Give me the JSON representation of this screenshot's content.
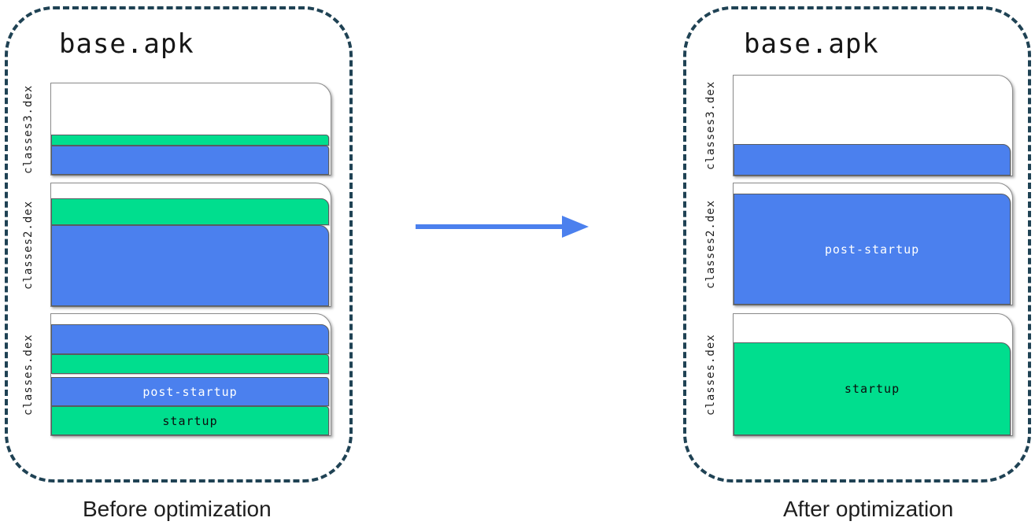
{
  "before": {
    "caption": "Before optimization",
    "apk_title": "base.apk",
    "files": [
      {
        "label": "classes3.dex",
        "segments": [
          {
            "kind": "unused",
            "color": "#FFFFFF"
          },
          {
            "kind": "startup",
            "color": "#00DE8E"
          },
          {
            "kind": "post-startup",
            "color": "#4B80EE"
          }
        ]
      },
      {
        "label": "classes2.dex",
        "segments": [
          {
            "kind": "unused",
            "color": "#FFFFFF"
          },
          {
            "kind": "startup",
            "color": "#00DE8E"
          },
          {
            "kind": "post-startup",
            "color": "#4B80EE"
          }
        ]
      },
      {
        "label": "classes.dex",
        "segments": [
          {
            "kind": "unused",
            "color": "#FFFFFF"
          },
          {
            "kind": "post-startup",
            "color": "#4B80EE"
          },
          {
            "kind": "startup",
            "color": "#00DE8E"
          },
          {
            "kind": "post-startup",
            "color": "#4B80EE",
            "text": "post-startup"
          },
          {
            "kind": "startup",
            "color": "#00DE8E",
            "text": "startup"
          }
        ]
      }
    ]
  },
  "after": {
    "caption": "After optimization",
    "apk_title": "base.apk",
    "files": [
      {
        "label": "classes3.dex",
        "segments": [
          {
            "kind": "unused",
            "color": "#FFFFFF"
          },
          {
            "kind": "post-startup",
            "color": "#4B80EE"
          }
        ]
      },
      {
        "label": "classes2.dex",
        "segments": [
          {
            "kind": "unused",
            "color": "#FFFFFF"
          },
          {
            "kind": "post-startup",
            "color": "#4B80EE",
            "text": "post-startup"
          }
        ]
      },
      {
        "label": "classes.dex",
        "segments": [
          {
            "kind": "unused",
            "color": "#FFFFFF"
          },
          {
            "kind": "startup",
            "color": "#00DE8E",
            "text": "startup"
          }
        ]
      }
    ]
  },
  "arrow": {
    "direction": "right",
    "color": "#4B80EE"
  },
  "colors": {
    "startup_green": "#00DE8E",
    "post_startup_blue": "#4B80EE",
    "panel_dash_border": "#1F4254"
  }
}
